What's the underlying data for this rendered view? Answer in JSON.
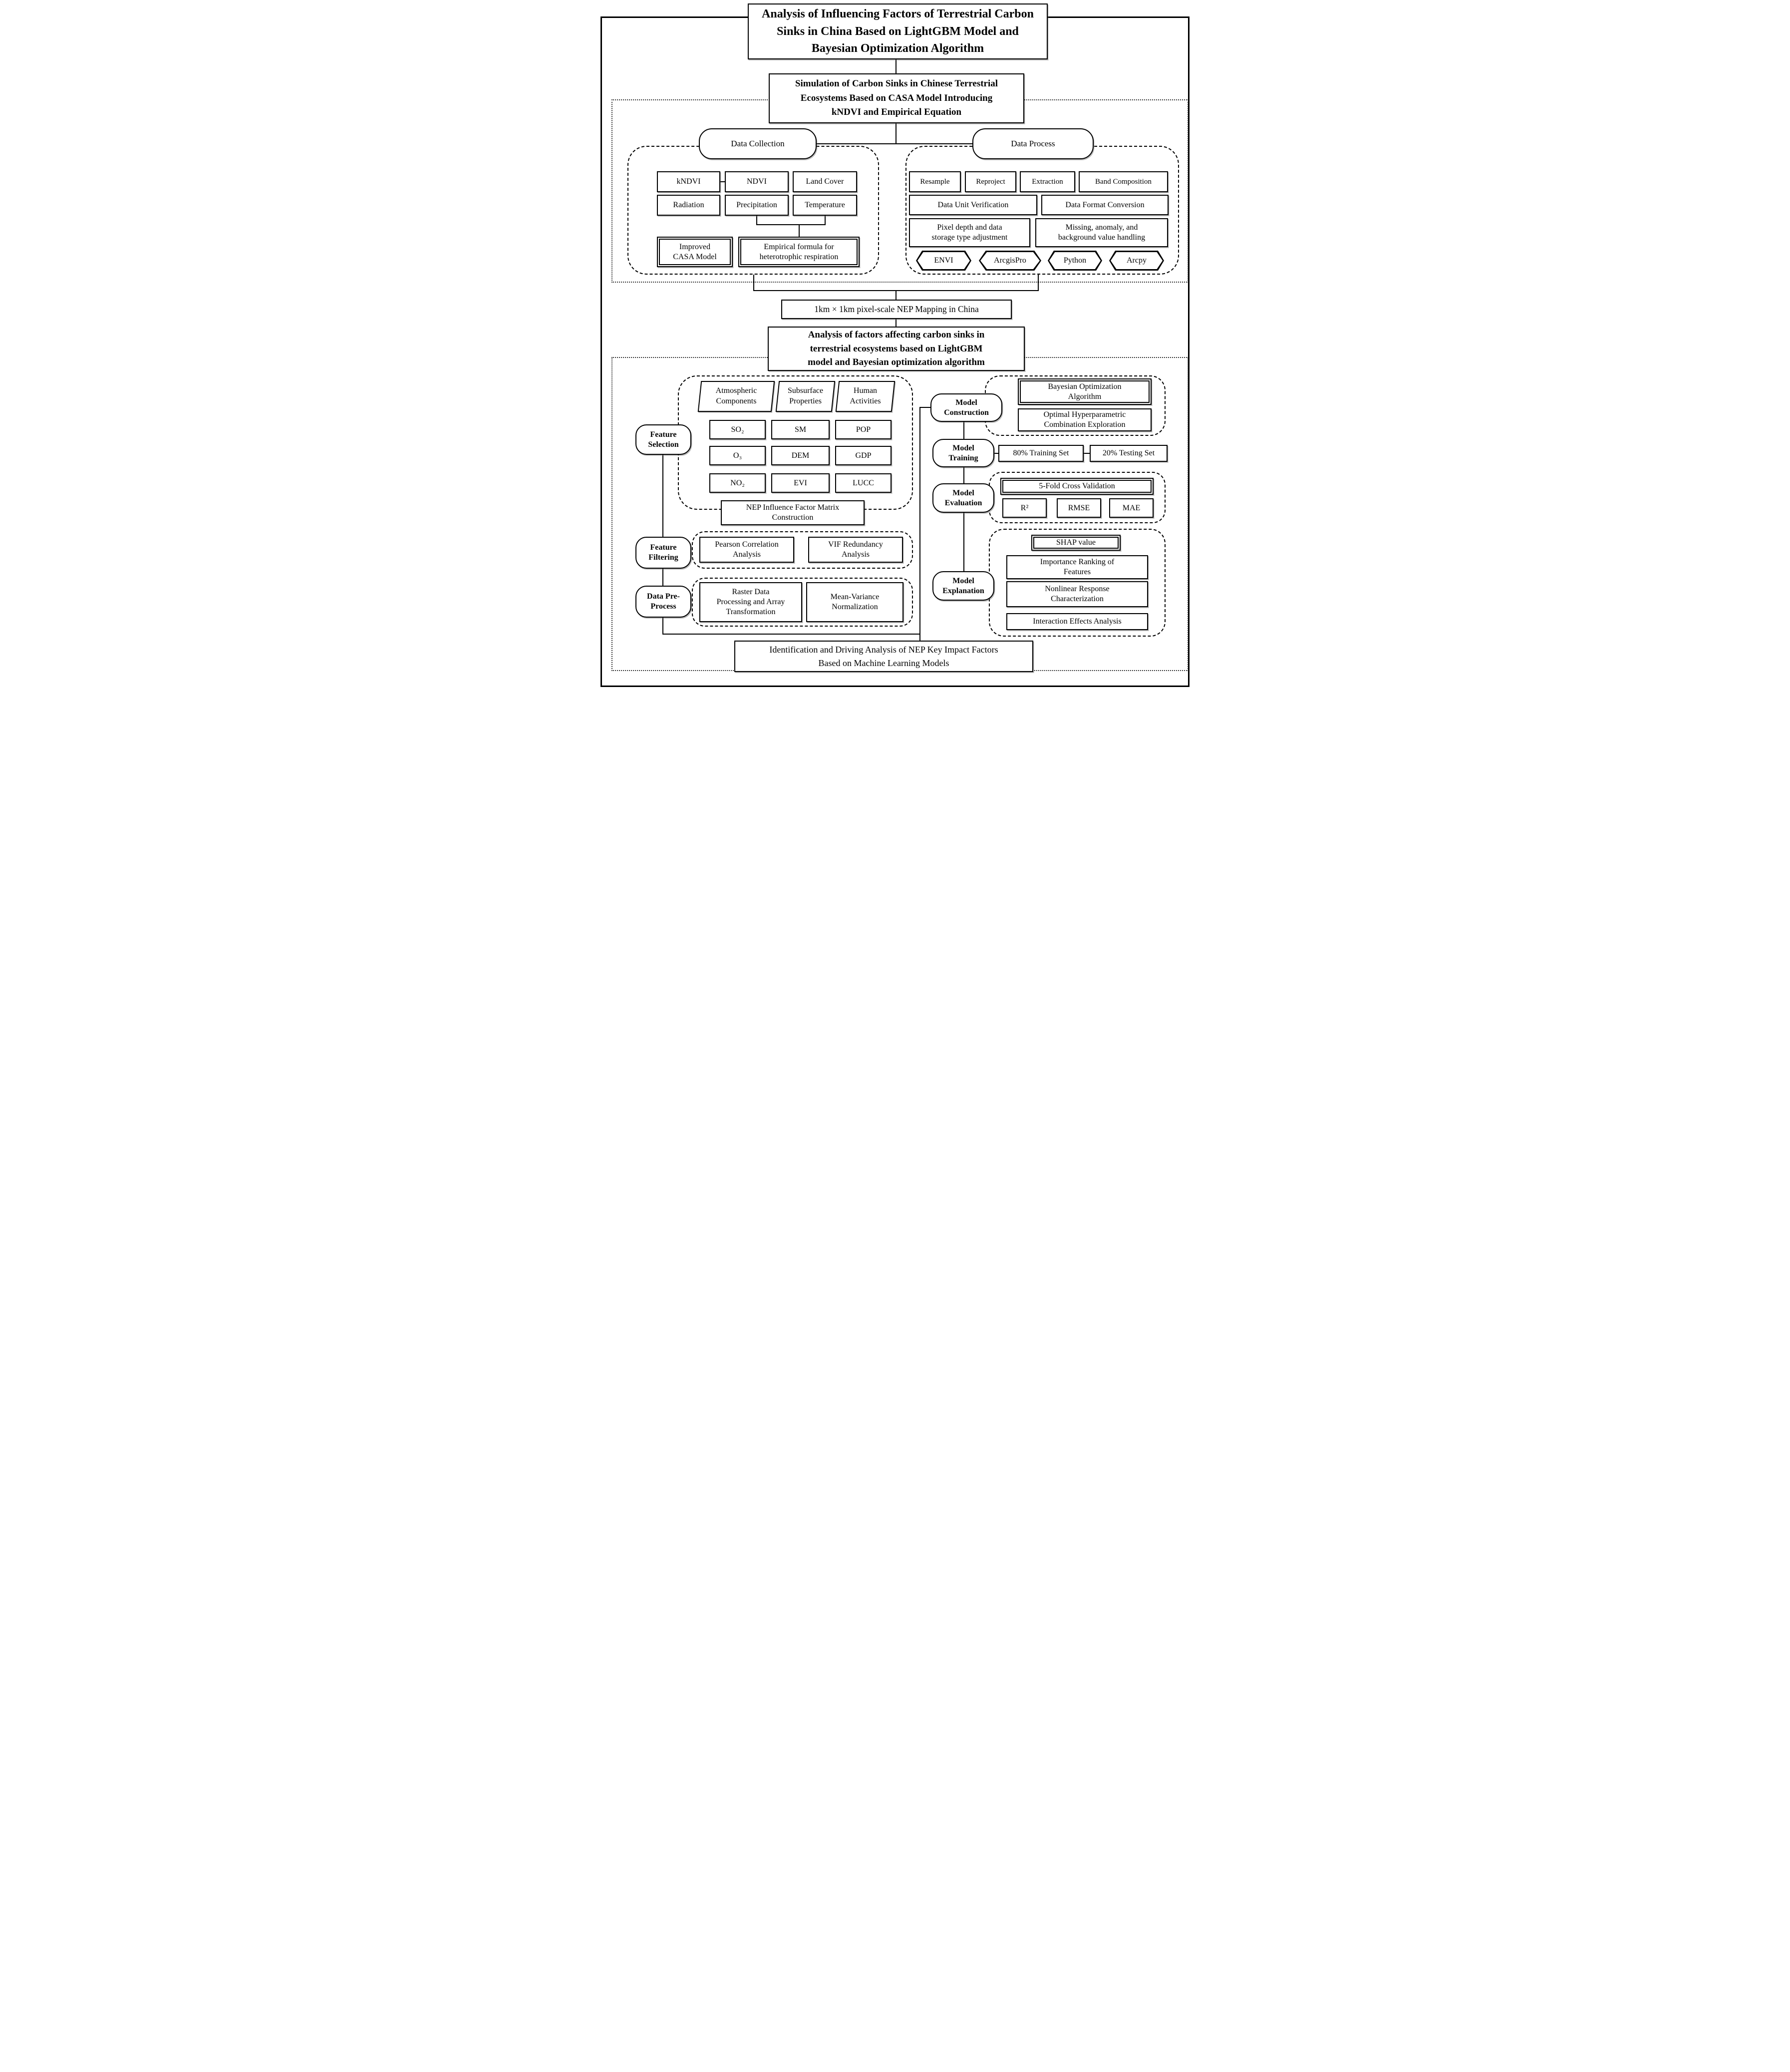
{
  "diagram": {
    "title": "Analysis of Influencing Factors of Terrestrial Carbon\nSinks in China Based on LightGBM Model and\nBayesian Optimization Algorithm",
    "simulation": {
      "header": "Simulation of Carbon Sinks in Chinese Terrestrial\nEcosystems Based on CASA Model Introducing\nkNDVI and Empirical Equation",
      "data_collection": {
        "label": "Data Collection",
        "row1": [
          "kNDVI",
          "NDVI",
          "Land Cover"
        ],
        "row2": [
          "Radiation",
          "Precipitation",
          "Temperature"
        ],
        "improved_casa": "Improved\nCASA Model",
        "empirical_formula": "Empirical formula for\nheterotrophic respiration"
      },
      "data_process": {
        "label": "Data Process",
        "row1": [
          "Resample",
          "Reproject",
          "Extraction",
          "Band Composition"
        ],
        "row2": [
          "Data Unit Verification",
          "Data Format Conversion"
        ],
        "row3": [
          "Pixel depth and data\nstorage type adjustment",
          "Missing, anomaly, and\nbackground value handling"
        ],
        "tools": [
          "ENVI",
          "ArcgisPro",
          "Python",
          "Arcpy"
        ]
      }
    },
    "nep_mapping_label": "1km × 1km pixel-scale NEP Mapping in China",
    "analysis": {
      "header": "Analysis of factors affecting carbon sinks in\nterrestrial ecosystems based on LightGBM\nmodel and Bayesian optimization algorithm",
      "stages": {
        "feature_selection": "Feature\nSelection",
        "feature_filtering": "Feature\nFiltering",
        "data_preprocess": "Data Pre-\nProcess",
        "model_construction": "Model\nConstruction",
        "model_training": "Model\nTraining",
        "model_evaluation": "Model\nEvaluation",
        "model_explanation": "Model\nExplanation"
      },
      "factor_groups": [
        "Atmospheric\nComponents",
        "Subsurface\nProperties",
        "Human\nActivities"
      ],
      "factors": {
        "row1": [
          "SO₂",
          "SM",
          "POP"
        ],
        "row2": [
          "O₃",
          "DEM",
          "GDP"
        ],
        "row3": [
          "NO₂",
          "EVI",
          "LUCC"
        ]
      },
      "nep_matrix": "NEP Influence Factor Matrix\nConstruction",
      "filtering": [
        "Pearson Correlation\nAnalysis",
        "VIF Redundancy\nAnalysis"
      ],
      "preprocess": [
        "Raster Data\nProcessing and Array\nTransformation",
        "Mean-Variance\nNormalization"
      ],
      "construction": {
        "bayesian": "Bayesian Optimization\nAlgorithm",
        "optimal": "Optimal Hyperparametric\nCombination Exploration"
      },
      "training": {
        "train": "80% Training Set",
        "test": "20% Testing Set"
      },
      "evaluation": {
        "cv": "5-Fold Cross Validation",
        "metrics": [
          "R²",
          "RMSE",
          "MAE"
        ]
      },
      "explanation": {
        "shap": "SHAP value",
        "items": [
          "Importance Ranking of\nFeatures",
          "Nonlinear Response\nCharacterization",
          "Interaction Effects Analysis"
        ]
      }
    },
    "identification_label": "Identification and Driving Analysis of NEP Key Impact Factors\nBased on Machine Learning Models"
  }
}
